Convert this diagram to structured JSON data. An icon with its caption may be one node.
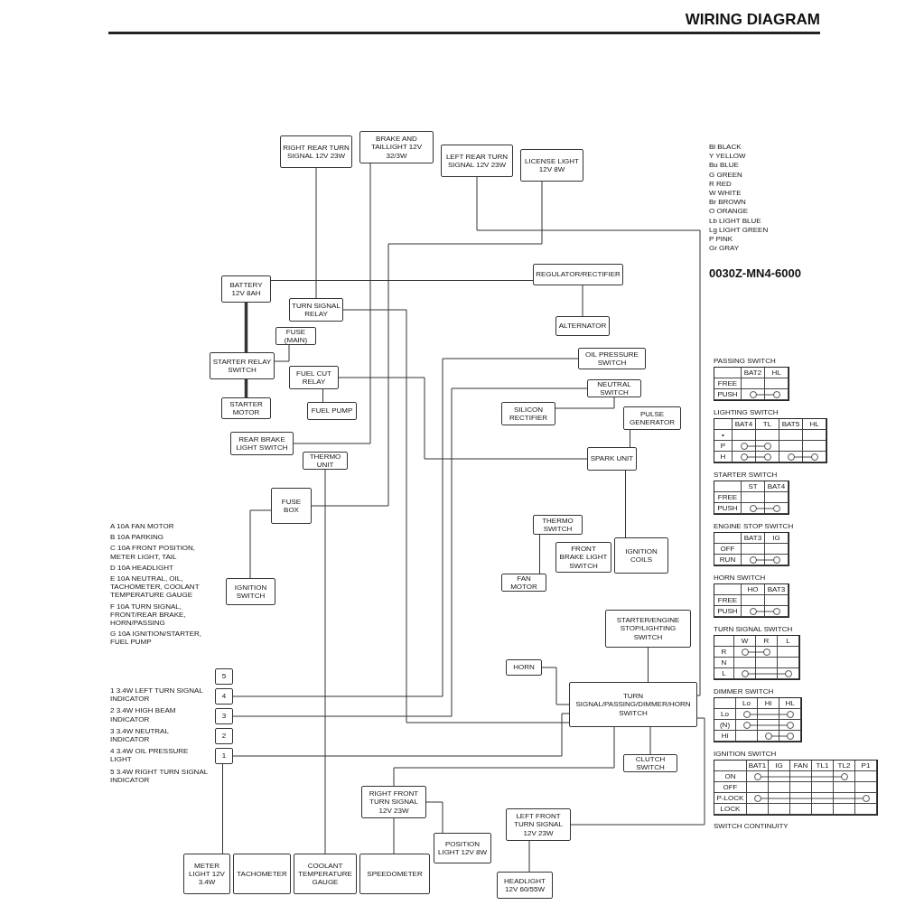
{
  "diagram": {
    "title": "WIRING DIAGRAM",
    "nodes": [
      {
        "text": [
          "RIGHT REAR TURN SIGNAL 12V 23W"
        ]
      },
      {
        "text": [
          "BRAKE AND TAILLIGHT 12V 32/3W"
        ]
      },
      {
        "text": [
          "LEFT REAR TURN SIGNAL 12V 23W"
        ]
      },
      {
        "text": [
          "LICENSE LIGHT 12V 8W"
        ]
      },
      {
        "text": [
          "BATTERY 12V 8AH"
        ]
      },
      {
        "text": [
          "FUSE (MAIN)"
        ]
      },
      {
        "text": [
          "STARTER RELAY SWITCH"
        ]
      },
      {
        "text": [
          "STARTER MOTOR"
        ]
      },
      {
        "text": [
          "TURN SIGNAL RELAY"
        ]
      },
      {
        "text": [
          "FUEL CUT RELAY"
        ]
      },
      {
        "text": [
          "FUEL PUMP"
        ]
      },
      {
        "text": [
          "REAR BRAKE LIGHT SWITCH"
        ]
      },
      {
        "text": [
          "THERMO UNIT"
        ]
      },
      {
        "text": [
          "FUSE BOX"
        ]
      },
      {
        "text": [
          "IGNITION SWITCH"
        ]
      },
      {
        "text": [
          "REGULATOR/RECTIFIER"
        ]
      },
      {
        "text": [
          "ALTERNATOR"
        ]
      },
      {
        "text": [
          "OIL PRESSURE SWITCH"
        ]
      },
      {
        "text": [
          "NEUTRAL SWITCH"
        ]
      },
      {
        "text": [
          "SILICON RECTIFIER"
        ]
      },
      {
        "text": [
          "PULSE GENERATOR"
        ]
      },
      {
        "text": [
          "SPARK UNIT"
        ]
      },
      {
        "text": [
          "THERMO SWITCH"
        ]
      },
      {
        "text": [
          "FAN MOTOR"
        ]
      },
      {
        "text": [
          "FRONT BRAKE LIGHT SWITCH"
        ]
      },
      {
        "text": [
          "IGNITION COILS"
        ]
      },
      {
        "text": [
          "HORN"
        ]
      },
      {
        "text": [
          "STARTER/ENGINE STOP/LIGHTING SWITCH"
        ]
      },
      {
        "text": [
          "TURN SIGNAL/PASSING/DIMMER/HORN SWITCH"
        ]
      },
      {
        "text": [
          "CLUTCH SWITCH"
        ]
      },
      {
        "text": [
          "RIGHT FRONT TURN SIGNAL 12V 23W"
        ]
      },
      {
        "text": [
          "POSITION LIGHT 12V 8W"
        ]
      },
      {
        "text": [
          "HEADLIGHT 12V 60/55W"
        ]
      },
      {
        "text": [
          "LEFT FRONT TURN SIGNAL 12V 23W"
        ]
      },
      {
        "text": [
          "METER LIGHT 12V 3.4W"
        ]
      },
      {
        "text": [
          "TACHOMETER"
        ]
      },
      {
        "text": [
          "COOLANT TEMPERATURE GAUGE"
        ]
      },
      {
        "text": [
          "SPEEDOMETER"
        ]
      },
      {
        "text": [
          "5"
        ]
      },
      {
        "text": [
          "4"
        ]
      },
      {
        "text": [
          "3"
        ]
      },
      {
        "text": [
          "2"
        ]
      },
      {
        "text": [
          "1"
        ]
      }
    ],
    "edges": [
      {
        "from": 0,
        "to": 8,
        "arrow": "none"
      },
      {
        "from": 2,
        "to": 28,
        "arrow": "none"
      },
      {
        "from": 1,
        "to": 11,
        "arrow": "none"
      },
      {
        "from": 3,
        "to": 13,
        "arrow": "none"
      },
      {
        "from": 4,
        "to": 6,
        "arrow": "none",
        "style": "thick"
      },
      {
        "from": 5,
        "to": 6,
        "arrow": "none"
      },
      {
        "from": 6,
        "to": 7,
        "arrow": "none",
        "style": "thick"
      },
      {
        "from": 8,
        "to": 28,
        "arrow": "none"
      },
      {
        "from": 9,
        "to": 10,
        "arrow": "none"
      },
      {
        "from": 9,
        "to": 21,
        "arrow": "none"
      },
      {
        "from": 15,
        "to": 16,
        "arrow": "none"
      },
      {
        "from": 15,
        "to": 4,
        "arrow": "none"
      },
      {
        "from": 17,
        "to": 39,
        "arrow": "none"
      },
      {
        "from": 18,
        "to": 40,
        "arrow": "none"
      },
      {
        "from": 19,
        "to": 18,
        "arrow": "none"
      },
      {
        "from": 20,
        "to": 21,
        "arrow": "none"
      },
      {
        "from": 21,
        "to": 25,
        "arrow": "none"
      },
      {
        "from": 22,
        "to": 23,
        "arrow": "none"
      },
      {
        "from": 12,
        "to": 36,
        "arrow": "none"
      },
      {
        "from": 13,
        "to": 14,
        "arrow": "none"
      },
      {
        "from": 26,
        "to": 28,
        "arrow": "none"
      },
      {
        "from": 29,
        "to": 28,
        "arrow": "none"
      },
      {
        "from": 27,
        "to": 28,
        "arrow": "none"
      },
      {
        "from": 30,
        "to": 28,
        "arrow": "none"
      },
      {
        "from": 33,
        "to": 28,
        "arrow": "none"
      },
      {
        "from": 31,
        "to": 30,
        "arrow": "none"
      },
      {
        "from": 32,
        "to": 33,
        "arrow": "none"
      },
      {
        "from": 42,
        "to": 28,
        "arrow": "none"
      },
      {
        "from": 34,
        "to": 42,
        "arrow": "none"
      },
      {
        "from": 37,
        "to": 30,
        "arrow": "none"
      }
    ],
    "labels": [
      "Bl BLACK",
      "Y YELLOW",
      "Bu BLUE",
      "G GREEN",
      "R RED",
      "W WHITE",
      "Br BROWN",
      "O ORANGE",
      "Lb LIGHT BLUE",
      "Lg LIGHT GREEN",
      "P PINK",
      "Gr GRAY",
      "0030Z-MN4-6000",
      "A 10A FAN MOTOR",
      "B 10A PARKING",
      "C 10A FRONT POSITION, METER LIGHT, TAIL",
      "D 10A HEADLIGHT",
      "E 10A NEUTRAL, OIL, TACHOMETER, COOLANT TEMPERATURE GAUGE",
      "F 10A TURN SIGNAL, FRONT/REAR BRAKE, HORN/PASSING",
      "G 10A IGNITION/STARTER, FUEL PUMP",
      "1 3.4W LEFT TURN SIGNAL INDICATOR",
      "2 3.4W HIGH BEAM INDICATOR",
      "3 3.4W NEUTRAL INDICATOR",
      "4 3.4W OIL PRESSURE LIGHT",
      "5 3.4W RIGHT TURN SIGNAL INDICATOR",
      "SWITCH CONTINUITY",
      "PASSING SWITCH",
      "BAT2",
      "HL",
      "FREE",
      "PUSH",
      "LIGHTING SWITCH",
      "BAT4",
      "TL",
      "BAT5",
      "HL",
      "•",
      "P",
      "H",
      "STARTER SWITCH",
      "ST",
      "BAT4",
      "FREE",
      "PUSH",
      "ENGINE STOP SWITCH",
      "BAT3",
      "IG",
      "OFF",
      "RUN",
      "HORN SWITCH",
      "HO",
      "BAT3",
      "FREE",
      "PUSH",
      "TURN SIGNAL SWITCH",
      "W",
      "R",
      "L",
      "R",
      "N",
      "L",
      "DIMMER SWITCH",
      "Lo",
      "Hi",
      "HL",
      "Lo",
      "(N)",
      "Hi",
      "IGNITION SWITCH",
      "BAT1",
      "IG",
      "FAN",
      "TL1",
      "TL2",
      "P1",
      "ON",
      "OFF",
      "P-LOCK",
      "LOCK"
    ]
  }
}
